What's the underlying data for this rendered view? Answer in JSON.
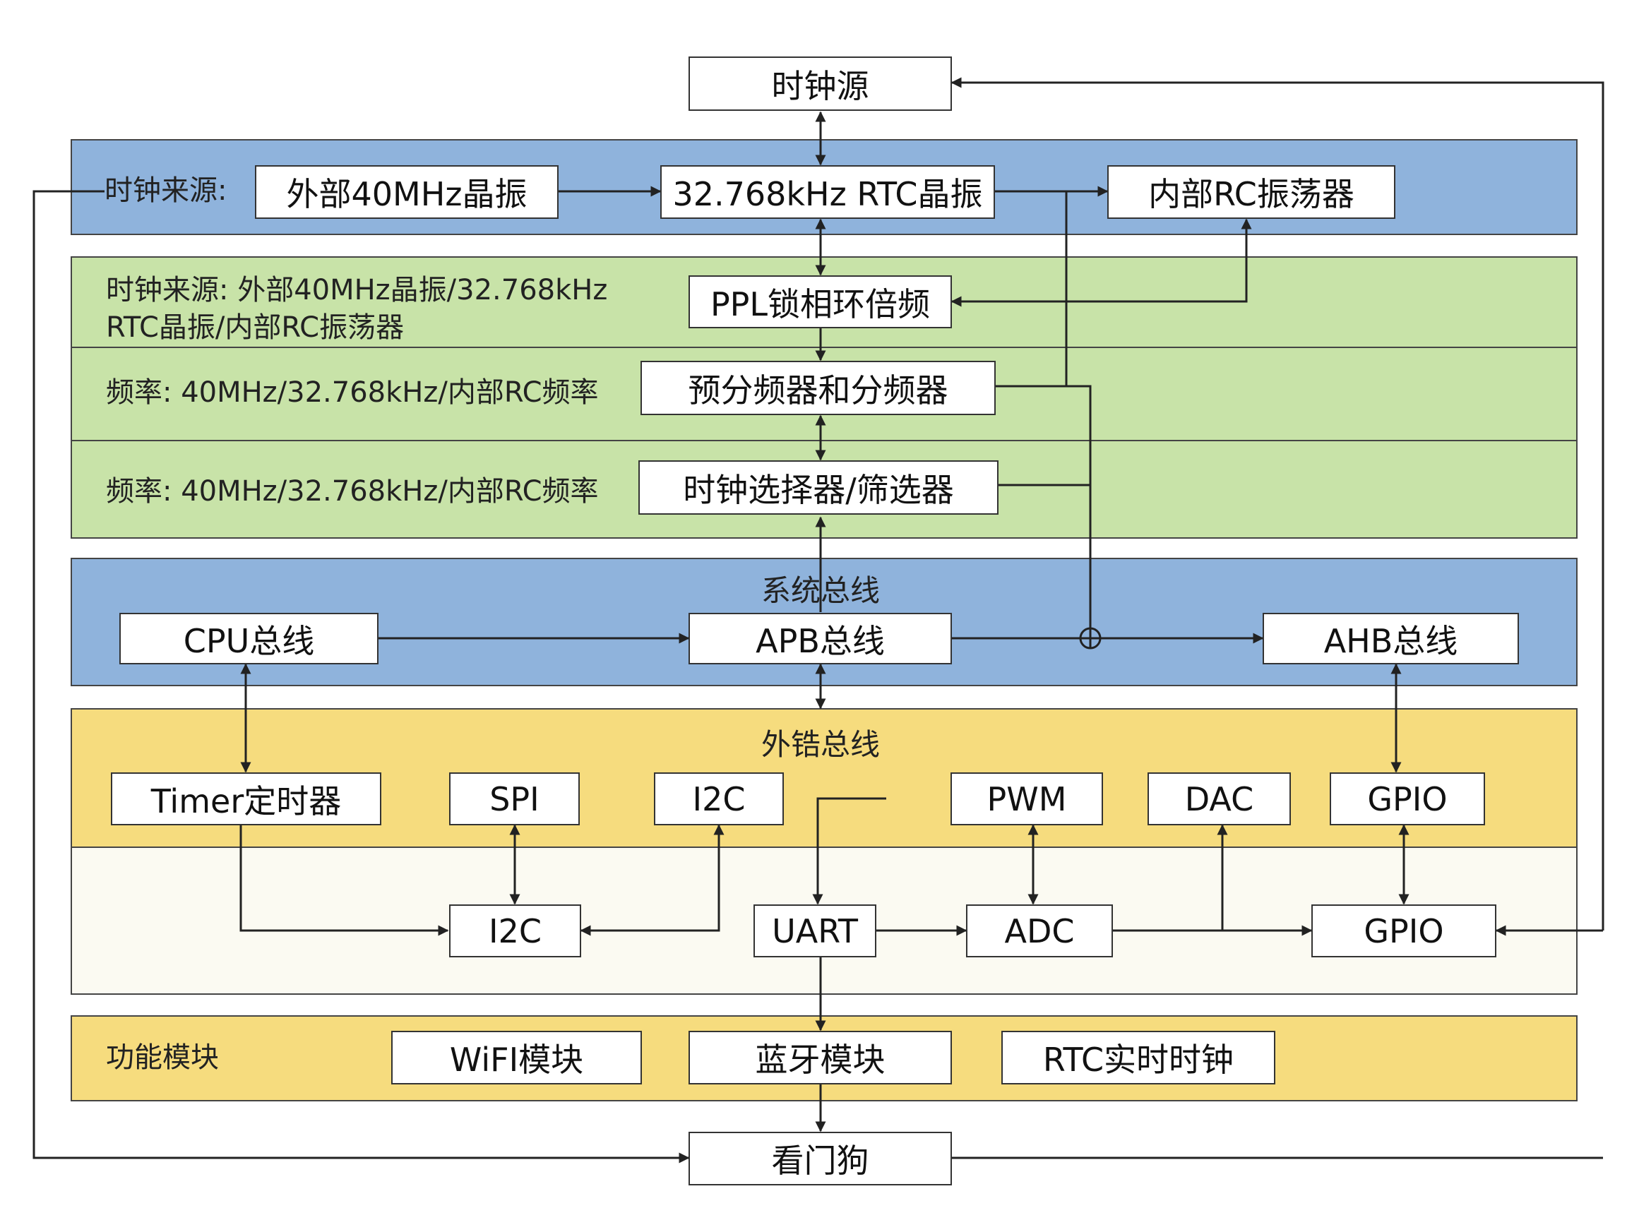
{
  "nodes": {
    "clock_source": "时钟源",
    "ext_xtal": "外部40MHz晶振",
    "rtc_xtal": "32.768kHz RTC晶振",
    "int_rc": "内部RC振荡器",
    "pll": "PPL锁相环倍频",
    "prescaler": "预分频器和分频器",
    "selector": "时钟选择器/筛选器",
    "cpu_bus": "CPU总线",
    "apb_bus": "APB总线",
    "ahb_bus": "AHB总线",
    "timer": "Timer定时器",
    "spi": "SPI",
    "i2c_top": "I2C",
    "pwm": "PWM",
    "dac": "DAC",
    "gpio_top": "GPIO",
    "i2c_bottom": "I2C",
    "uart": "UART",
    "adc": "ADC",
    "gpio_bottom": "GPIO",
    "wifi": "WiFI模块",
    "bluetooth": "蓝牙模块",
    "rtc_clock": "RTC实时时钟",
    "watchdog": "看门狗"
  },
  "labels": {
    "clock_sources": "时钟来源:",
    "pll_sources_line1": "时钟来源: 外部40MHz晶振/32.768kHz",
    "pll_sources_line2": "RTC晶振/内部RC振荡器",
    "freq_row1": "频率: 40MHz/32.768kHz/内部RC频率",
    "freq_row2": "频率: 40MHz/32.768kHz/内部RC频率",
    "system_bus": "系统总线",
    "peripheral_bus": "外锆总线",
    "function_modules": "功能模块"
  },
  "colors": {
    "blue_band": "#8fb3dc",
    "green_band": "#c8e3a8",
    "yellow_band": "#f6dc7e",
    "cream_band": "#fbfaf2",
    "line": "#222222"
  }
}
